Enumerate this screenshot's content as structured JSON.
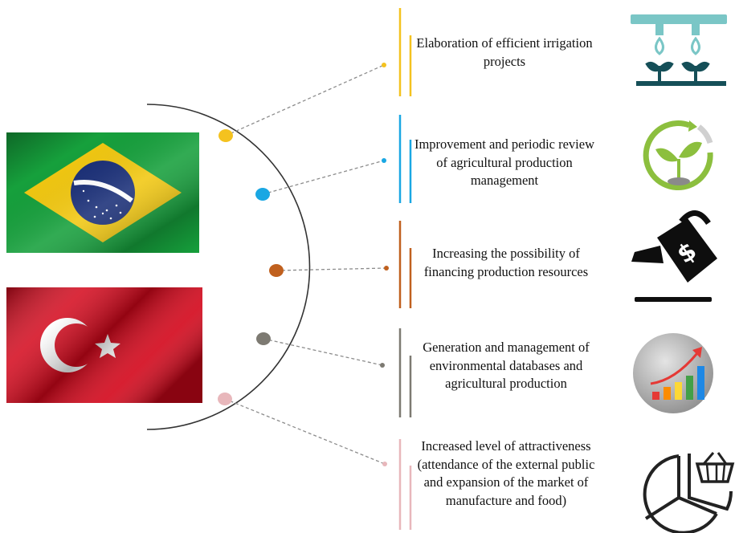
{
  "flags": [
    {
      "name": "brazil-flag",
      "colors": {
        "green": "#16a03c",
        "yellow": "#f2c811",
        "blue": "#1a2f78"
      }
    },
    {
      "name": "turkey-flag",
      "colors": {
        "red": "#d3061a",
        "white": "#ffffff"
      }
    }
  ],
  "items": [
    {
      "text": "Elaboration of efficient irrigation projects",
      "color": "#f4c21f",
      "icon": "irrigation-icon"
    },
    {
      "text": "Improvement and periodic review of agricultural production management",
      "color": "#1aa7e3",
      "icon": "seedling-cycle-icon"
    },
    {
      "text": "Increasing the possibility of financing production resources",
      "color": "#c0601e",
      "icon": "money-watering-can-icon"
    },
    {
      "text": "Generation and management of environmental databases and agricultural production",
      "color": "#7d7a72",
      "icon": "growth-chart-icon"
    },
    {
      "text": "Increased level of attractiveness (attendance of the external public and expansion of the market of manufacture and food)",
      "color": "#e8b7bb",
      "icon": "market-basket-pie-icon"
    }
  ]
}
